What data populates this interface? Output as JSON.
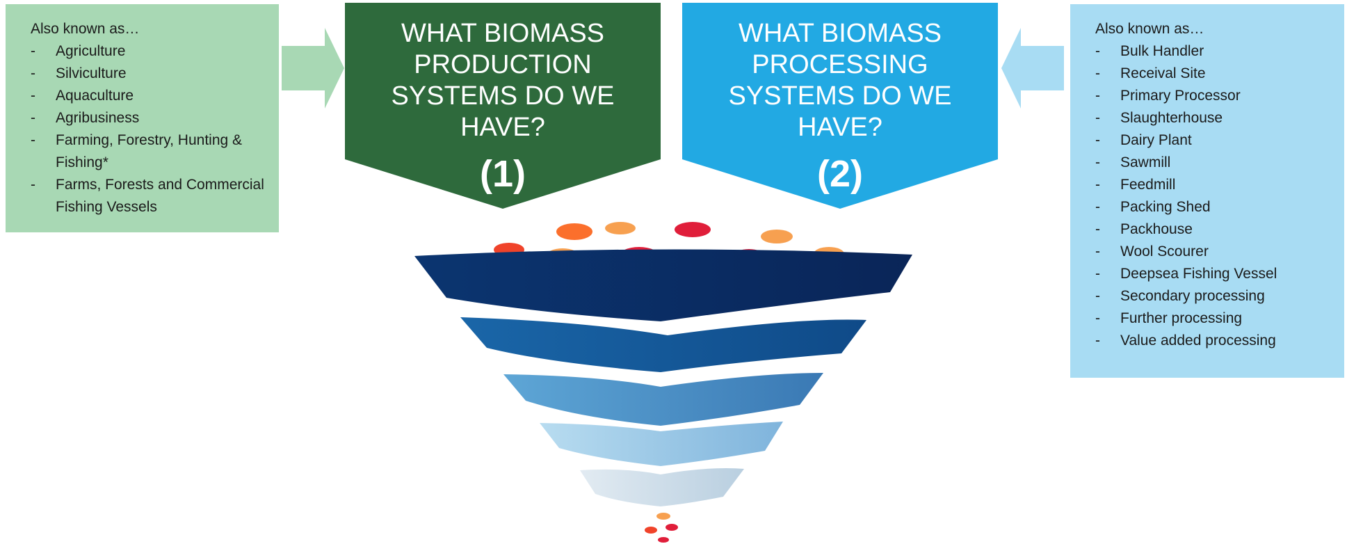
{
  "production": {
    "title": "WHAT BIOMASS PRODUCTION SYSTEMS DO WE HAVE?",
    "number": "(1)",
    "color": "#2e6a3c"
  },
  "processing": {
    "title": "WHAT BIOMASS PROCESSING SYSTEMS DO WE HAVE?",
    "number": "(2)",
    "color": "#22a9e3"
  },
  "production_aka": {
    "heading": "Also known as…",
    "color": "#a8d8b4",
    "items": [
      "Agriculture",
      "Silviculture",
      "Aquaculture",
      "Agribusiness",
      "Farming, Forestry, Hunting & Fishing*",
      "Farms, Forests and Commercial Fishing Vessels"
    ]
  },
  "processing_aka": {
    "heading": "Also known as…",
    "color": "#a8dcf3",
    "items": [
      "Bulk Handler",
      "Receival Site",
      "Primary Processor",
      "Slaughterhouse",
      "Dairy Plant",
      "Sawmill",
      "Feedmill",
      "Packing Shed",
      "Packhouse",
      "Wool Scourer",
      "Deepsea Fishing Vessel",
      "Secondary processing",
      "Further processing",
      "Value added processing"
    ]
  },
  "funnel": {
    "icon": "funnel-icon",
    "ball_colors": [
      "#f0432a",
      "#fb6f2c",
      "#f7a050",
      "#e01e3a"
    ],
    "layer_colors": [
      "#0b2e66",
      "#145a9c",
      "#4a91c9",
      "#9ccbe8",
      "#d6e4ee"
    ]
  }
}
